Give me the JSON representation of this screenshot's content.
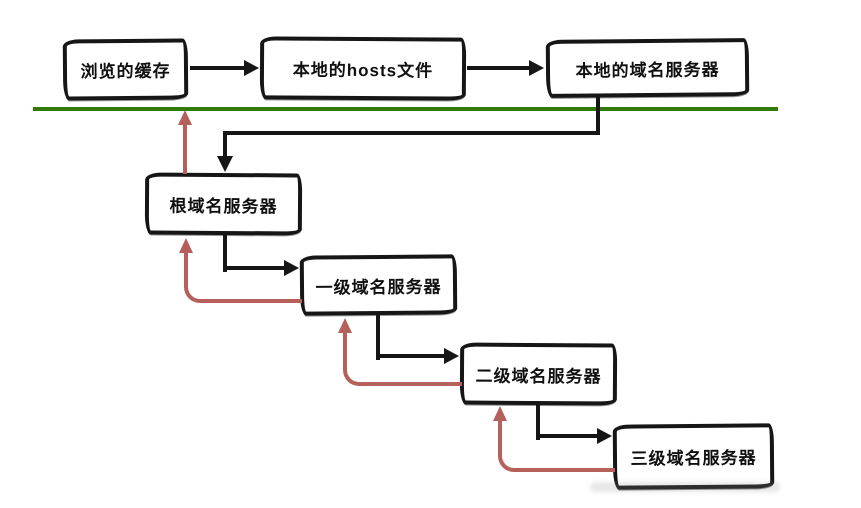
{
  "colors": {
    "query_black": "#161616",
    "response_red": "#b5605a",
    "divider_green": "#317c09",
    "box_border": "#161616",
    "background": "#ffffff"
  },
  "diagram": {
    "type": "flowchart",
    "nodes": {
      "browser_cache": {
        "label": "浏览的缓存"
      },
      "hosts_file": {
        "label": "本地的hosts文件"
      },
      "local_dns": {
        "label": "本地的域名服务器"
      },
      "root_dns": {
        "label": "根域名服务器"
      },
      "first_level_dns": {
        "label": "一级域名服务器"
      },
      "second_level_dns": {
        "label": "二级域名服务器"
      },
      "third_level_dns": {
        "label": "三级域名服务器"
      }
    },
    "edges": [
      {
        "from": "browser_cache",
        "to": "hosts_file",
        "style": "black-query"
      },
      {
        "from": "hosts_file",
        "to": "local_dns",
        "style": "black-query"
      },
      {
        "from": "local_dns",
        "to": "root_dns",
        "style": "black-query"
      },
      {
        "from": "root_dns",
        "to": "first_level_dns",
        "style": "black-query"
      },
      {
        "from": "first_level_dns",
        "to": "second_level_dns",
        "style": "black-query"
      },
      {
        "from": "second_level_dns",
        "to": "third_level_dns",
        "style": "black-query"
      },
      {
        "from": "root_dns",
        "to": "divider",
        "style": "red-response"
      },
      {
        "from": "first_level_dns",
        "to": "root_dns",
        "style": "red-response"
      },
      {
        "from": "second_level_dns",
        "to": "first_level_dns",
        "style": "red-response"
      },
      {
        "from": "third_level_dns",
        "to": "second_level_dns",
        "style": "red-response"
      }
    ]
  }
}
